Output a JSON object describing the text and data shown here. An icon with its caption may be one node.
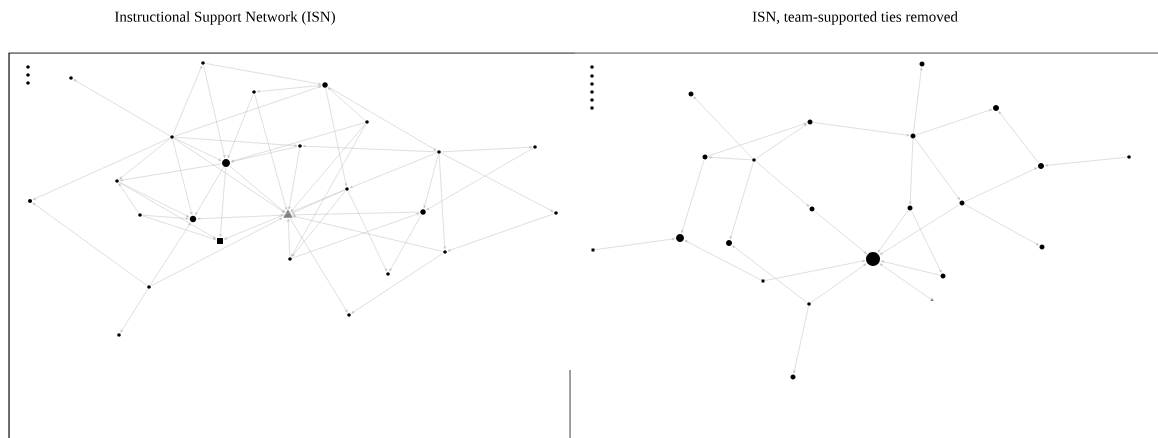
{
  "diagram": {
    "nodes": [
      {
        "text": [],
        "shape": "circle"
      },
      {
        "text": [],
        "shape": "circle"
      },
      {
        "text": [],
        "shape": "circle"
      },
      {
        "text": [],
        "shape": "circle"
      },
      {
        "text": [],
        "shape": "circle"
      },
      {
        "text": [],
        "shape": "circle"
      },
      {
        "text": [],
        "shape": "circle"
      },
      {
        "text": [],
        "shape": "circle"
      },
      {
        "text": [],
        "shape": "circle"
      },
      {
        "text": [],
        "shape": "circle"
      },
      {
        "text": [],
        "shape": "circle"
      },
      {
        "text": [],
        "shape": "circle"
      },
      {
        "text": [],
        "shape": "circle"
      },
      {
        "text": [],
        "shape": "circle"
      },
      {
        "text": [],
        "shape": "circle"
      },
      {
        "text": [],
        "shape": "circle"
      },
      {
        "text": [],
        "shape": "circle"
      },
      {
        "text": [],
        "shape": "circle"
      },
      {
        "text": [],
        "shape": "triangle"
      },
      {
        "text": [],
        "shape": "circle"
      },
      {
        "text": [],
        "shape": "circle"
      },
      {
        "text": [],
        "shape": "box"
      },
      {
        "text": [],
        "shape": "circle"
      },
      {
        "text": [],
        "shape": "circle"
      },
      {
        "text": [],
        "shape": "circle"
      },
      {
        "text": [],
        "shape": "circle"
      },
      {
        "text": [],
        "shape": "circle"
      },
      {
        "text": [],
        "shape": "circle"
      },
      {
        "text": [],
        "shape": "circle"
      },
      {
        "text": [],
        "shape": "circle"
      },
      {
        "text": [],
        "shape": "circle"
      },
      {
        "text": [],
        "shape": "circle"
      },
      {
        "text": [],
        "shape": "circle"
      },
      {
        "text": [],
        "shape": "box"
      },
      {
        "text": [],
        "shape": "circle"
      },
      {
        "text": [],
        "shape": "circle"
      },
      {
        "text": [],
        "shape": "circle"
      },
      {
        "text": [],
        "shape": "circle"
      },
      {
        "text": [],
        "shape": "circle"
      },
      {
        "text": [],
        "shape": "circle"
      },
      {
        "text": [],
        "shape": "circle"
      },
      {
        "text": [],
        "shape": "box"
      },
      {
        "text": [],
        "shape": "box"
      },
      {
        "text": [],
        "shape": "circle"
      },
      {
        "text": [],
        "shape": "circle"
      },
      {
        "text": [],
        "shape": "circle"
      },
      {
        "text": [],
        "shape": "circle"
      },
      {
        "text": [],
        "shape": "circle"
      },
      {
        "text": [],
        "shape": "circle"
      },
      {
        "text": [],
        "shape": "circle"
      },
      {
        "text": [],
        "shape": "circle"
      },
      {
        "text": [],
        "shape": "circle"
      },
      {
        "text": [],
        "shape": "circle"
      },
      {
        "text": [],
        "shape": "circle"
      },
      {
        "text": [],
        "shape": "circle"
      },
      {
        "text": [],
        "shape": "triangle"
      }
    ],
    "edges": [
      {
        "from": 7,
        "to": 3,
        "arrow": "to"
      },
      {
        "from": 7,
        "to": 14,
        "arrow": "to"
      },
      {
        "from": 25,
        "to": 14,
        "arrow": "to"
      },
      {
        "from": 25,
        "to": 27,
        "arrow": "to"
      },
      {
        "from": 25,
        "to": 16,
        "arrow": "to"
      },
      {
        "from": 25,
        "to": 18,
        "arrow": "to"
      },
      {
        "from": 7,
        "to": 4,
        "arrow": "to"
      },
      {
        "from": 4,
        "to": 8,
        "arrow": "to"
      },
      {
        "from": 4,
        "to": 6,
        "arrow": "to"
      },
      {
        "from": 6,
        "to": 5,
        "arrow": "to"
      },
      {
        "from": 5,
        "to": 18,
        "arrow": "to"
      },
      {
        "from": 5,
        "to": 8,
        "arrow": "to"
      },
      {
        "from": 7,
        "to": 6,
        "arrow": "to"
      },
      {
        "from": 7,
        "to": 9,
        "arrow": "to"
      },
      {
        "from": 7,
        "to": 13,
        "arrow": "to"
      },
      {
        "from": 7,
        "to": 16,
        "arrow": "to"
      },
      {
        "from": 7,
        "to": 8,
        "arrow": "to"
      },
      {
        "from": 7,
        "to": 18,
        "arrow": "to"
      },
      {
        "from": 13,
        "to": 16,
        "arrow": "to"
      },
      {
        "from": 13,
        "to": 21,
        "arrow": "to"
      },
      {
        "from": 15,
        "to": 13,
        "arrow": "to"
      },
      {
        "from": 15,
        "to": 16,
        "arrow": "to"
      },
      {
        "from": 15,
        "to": 21,
        "arrow": "to"
      },
      {
        "from": 8,
        "to": 13,
        "arrow": "to"
      },
      {
        "from": 8,
        "to": 16,
        "arrow": "to"
      },
      {
        "from": 8,
        "to": 21,
        "arrow": "to"
      },
      {
        "from": 8,
        "to": 18,
        "arrow": "to"
      },
      {
        "from": 9,
        "to": 8,
        "arrow": "to"
      },
      {
        "from": 10,
        "to": 8,
        "arrow": "to"
      },
      {
        "from": 16,
        "to": 18,
        "arrow": "both"
      },
      {
        "from": 22,
        "to": 18,
        "arrow": "to"
      },
      {
        "from": 19,
        "to": 18,
        "arrow": "to"
      },
      {
        "from": 24,
        "to": 18,
        "arrow": "to"
      },
      {
        "from": 10,
        "to": 18,
        "arrow": "to"
      },
      {
        "from": 9,
        "to": 18,
        "arrow": "to"
      },
      {
        "from": 17,
        "to": 18,
        "arrow": "to"
      },
      {
        "from": 11,
        "to": 17,
        "arrow": "to"
      },
      {
        "from": 6,
        "to": 17,
        "arrow": "to"
      },
      {
        "from": 6,
        "to": 11,
        "arrow": "to"
      },
      {
        "from": 10,
        "to": 6,
        "arrow": "to"
      },
      {
        "from": 17,
        "to": 23,
        "arrow": "to"
      },
      {
        "from": 11,
        "to": 19,
        "arrow": "to"
      },
      {
        "from": 11,
        "to": 24,
        "arrow": "to"
      },
      {
        "from": 11,
        "to": 20,
        "arrow": "to"
      },
      {
        "from": 11,
        "to": 12,
        "arrow": "to"
      },
      {
        "from": 12,
        "to": 19,
        "arrow": "to"
      },
      {
        "from": 11,
        "to": 9,
        "arrow": "to"
      },
      {
        "from": 20,
        "to": 24,
        "arrow": "to"
      },
      {
        "from": 22,
        "to": 19,
        "arrow": "to"
      },
      {
        "from": 19,
        "to": 23,
        "arrow": "to"
      },
      {
        "from": 24,
        "to": 26,
        "arrow": "to"
      },
      {
        "from": 18,
        "to": 26,
        "arrow": "to"
      },
      {
        "from": 10,
        "to": 22,
        "arrow": "to"
      },
      {
        "from": 17,
        "to": 22,
        "arrow": "to"
      },
      {
        "from": 17,
        "to": 21,
        "arrow": "to"
      },
      {
        "from": 37,
        "to": 34,
        "arrow": "to"
      },
      {
        "from": 37,
        "to": 35,
        "arrow": "to"
      },
      {
        "from": 36,
        "to": 35,
        "arrow": "to"
      },
      {
        "from": 37,
        "to": 36,
        "arrow": "to"
      },
      {
        "from": 36,
        "to": 39,
        "arrow": "to"
      },
      {
        "from": 37,
        "to": 40,
        "arrow": "to"
      },
      {
        "from": 37,
        "to": 38,
        "arrow": "to"
      },
      {
        "from": 38,
        "to": 43,
        "arrow": "to"
      },
      {
        "from": 41,
        "to": 39,
        "arrow": "to"
      },
      {
        "from": 42,
        "to": 39,
        "arrow": "to"
      },
      {
        "from": 42,
        "to": 43,
        "arrow": "to"
      },
      {
        "from": 44,
        "to": 40,
        "arrow": "to"
      },
      {
        "from": 44,
        "to": 43,
        "arrow": "to"
      },
      {
        "from": 44,
        "to": 45,
        "arrow": "to"
      },
      {
        "from": 35,
        "to": 47,
        "arrow": "to"
      },
      {
        "from": 47,
        "to": 46,
        "arrow": "to"
      },
      {
        "from": 47,
        "to": 48,
        "arrow": "to"
      },
      {
        "from": 47,
        "to": 51,
        "arrow": "to"
      },
      {
        "from": 47,
        "to": 52,
        "arrow": "to"
      },
      {
        "from": 49,
        "to": 48,
        "arrow": "to"
      },
      {
        "from": 50,
        "to": 49,
        "arrow": "to"
      },
      {
        "from": 52,
        "to": 49,
        "arrow": "to"
      },
      {
        "from": 52,
        "to": 43,
        "arrow": "to"
      },
      {
        "from": 52,
        "to": 53,
        "arrow": "to"
      },
      {
        "from": 51,
        "to": 43,
        "arrow": "to"
      },
      {
        "from": 51,
        "to": 54,
        "arrow": "to"
      },
      {
        "from": 54,
        "to": 43,
        "arrow": "to"
      },
      {
        "from": 55,
        "to": 43,
        "arrow": "to"
      }
    ],
    "labels": [
      "Instructional Support Network (ISN)",
      "ISN, team-supported ties removed"
    ]
  }
}
